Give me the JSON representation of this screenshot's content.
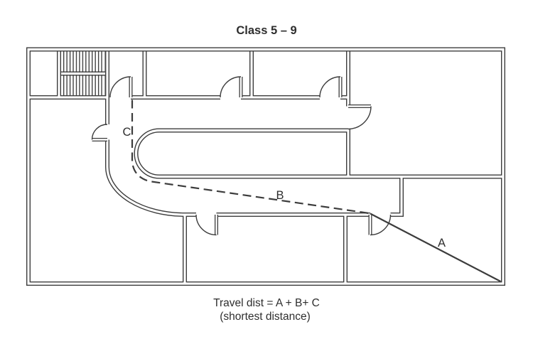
{
  "title": "Class 5 – 9",
  "route": {
    "label_a": "A",
    "label_b": "B",
    "label_c": "C"
  },
  "caption": {
    "line1": "Travel dist = A + B+ C",
    "line2": "(shortest distance)"
  },
  "colors": {
    "line": "#3c3c3c",
    "text": "#2e2e2e",
    "bg": "#ffffff"
  }
}
